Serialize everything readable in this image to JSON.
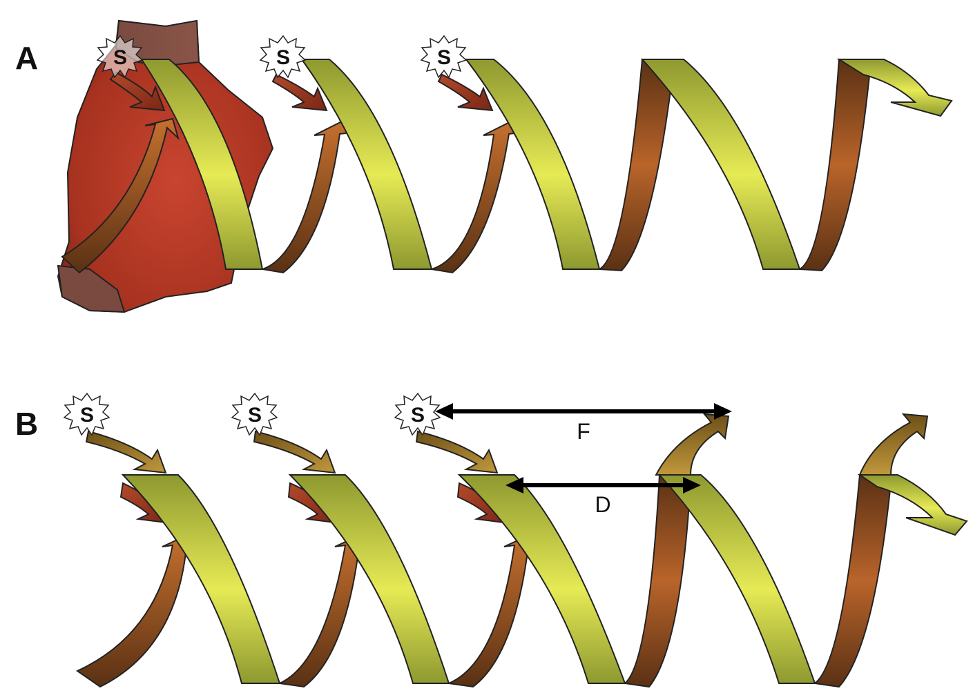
{
  "panels": [
    {
      "label": "A",
      "spark_label": "S",
      "spark_count": 3,
      "heart_color": "#c53a28",
      "cycle_count": 5
    },
    {
      "label": "B",
      "spark_label": "S",
      "spark_count": 3,
      "cycle_count": 5,
      "measures": [
        {
          "label": "F"
        },
        {
          "label": "D"
        }
      ]
    }
  ],
  "colors": {
    "green_dark": "#8e9930",
    "green_light": "#e6ea55",
    "brown_dark": "#5a3114",
    "brown_mid": "#b9642a",
    "red_arrow": "#8a2c1a",
    "red_arrow_light": "#b44a2a",
    "tan_light": "#c0983c",
    "tan_dark": "#6e5018",
    "outline": "#222222",
    "measure_line": "#000000"
  },
  "icons": {
    "spark": "starburst-icon",
    "ribbon": "curved-ribbon-arrow-icon",
    "arrowhead": "arrowhead-icon"
  }
}
